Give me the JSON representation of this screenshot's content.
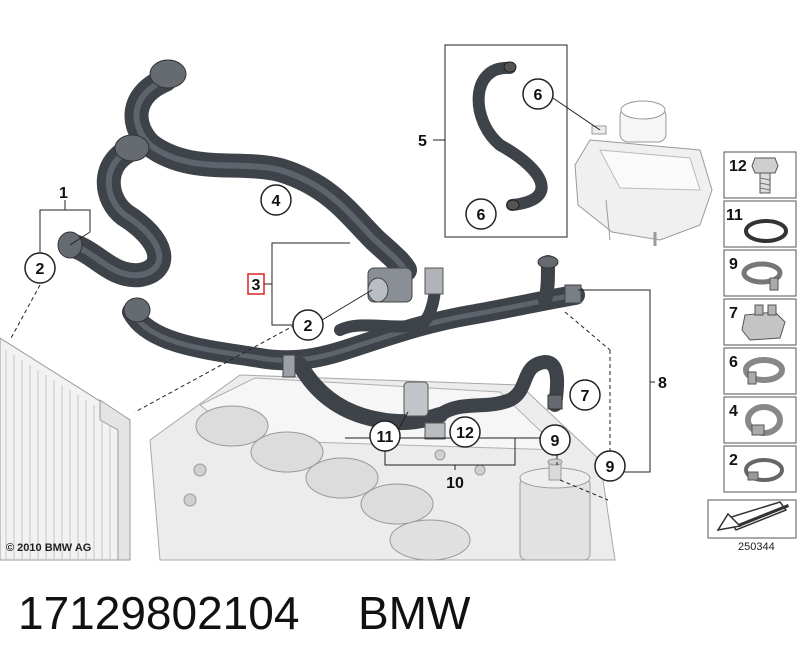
{
  "diagram": {
    "copyright": "© 2010 BMW AG",
    "reference_code": "250344",
    "callouts": {
      "c1": "1",
      "c2a": "2",
      "c2b": "2",
      "c3": "3",
      "c4": "4",
      "c5": "5",
      "c6a": "6",
      "c6b": "6",
      "c7": "7",
      "c8": "8",
      "c9a": "9",
      "c9b": "9",
      "c10": "10",
      "c11": "11",
      "c12": "12"
    },
    "legend": [
      {
        "number": "12",
        "icon": "bolt-icon"
      },
      {
        "number": "11",
        "icon": "o-ring-icon"
      },
      {
        "number": "9",
        "icon": "spring-clamp-icon"
      },
      {
        "number": "7",
        "icon": "holder-clip-icon"
      },
      {
        "number": "6",
        "icon": "band-clamp-icon"
      },
      {
        "number": "4",
        "icon": "worm-clamp-icon"
      },
      {
        "number": "2",
        "icon": "wire-clamp-icon"
      }
    ]
  },
  "footer": {
    "part_number": "17129802104",
    "brand": "BMW"
  }
}
